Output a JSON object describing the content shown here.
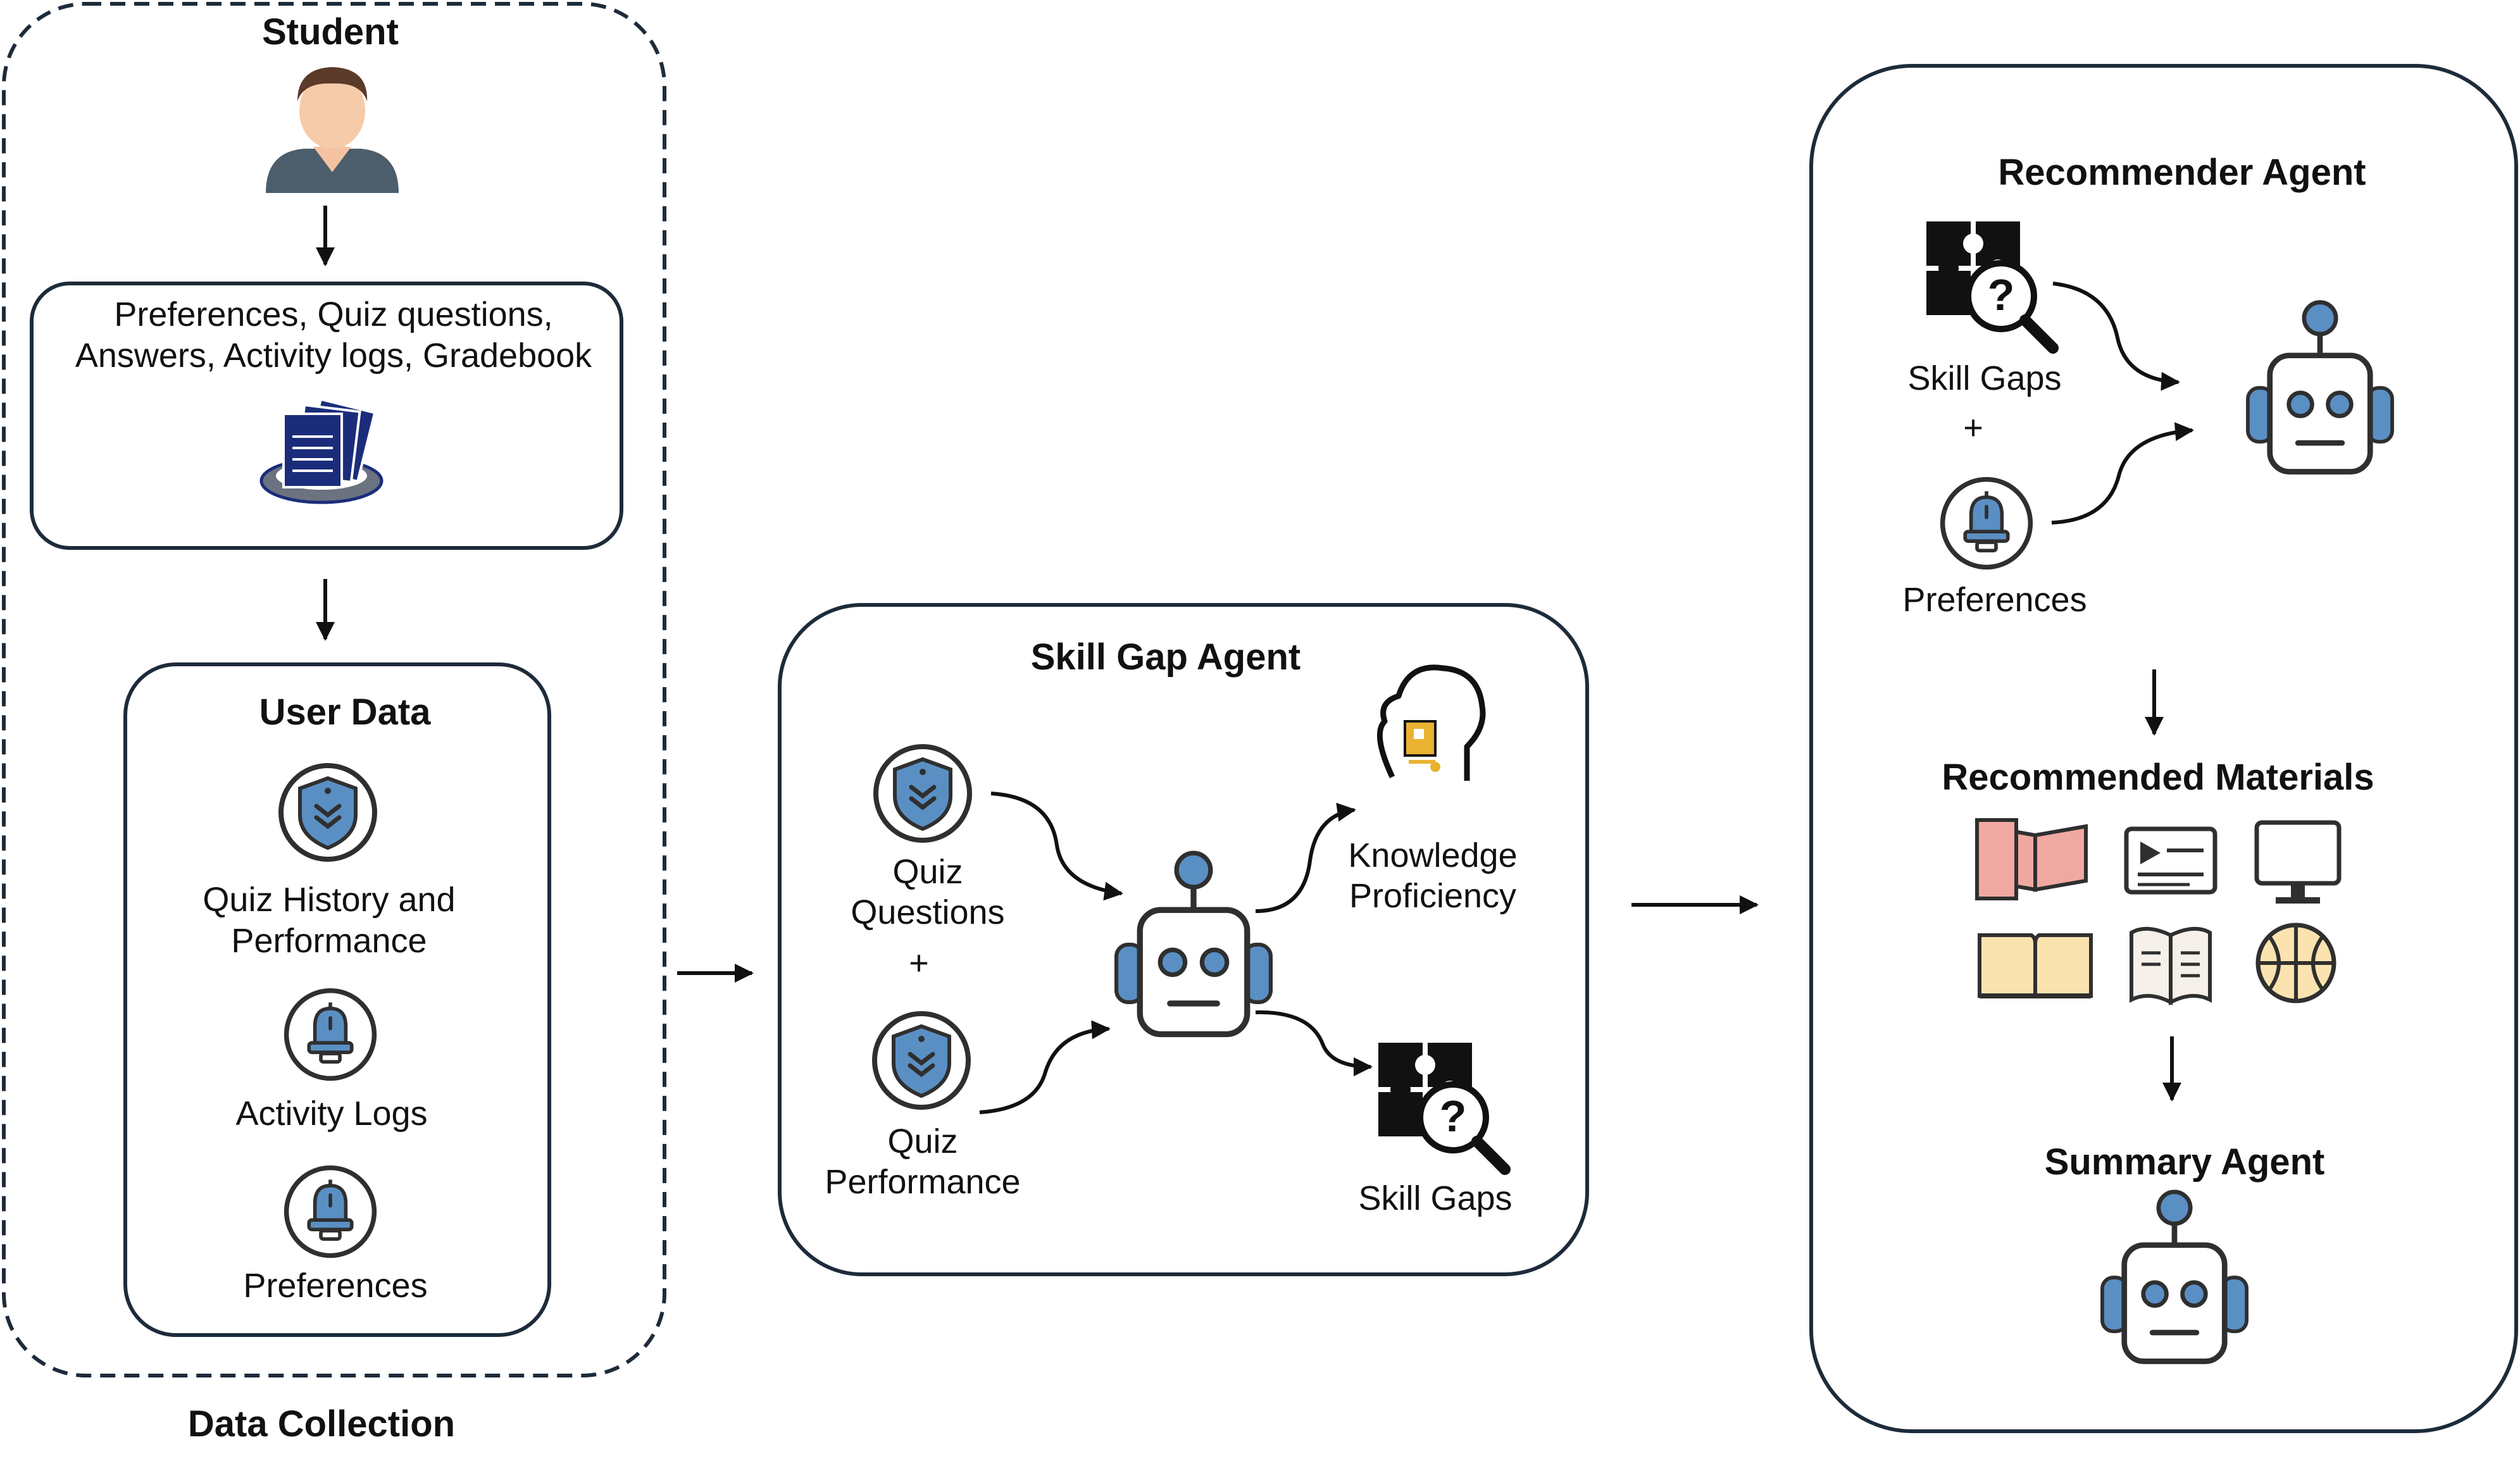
{
  "colors": {
    "accent_blue": "#5a8fc4",
    "outline": "#1d2b3a",
    "icon_pink": "#f0a9a0",
    "icon_cream": "#fbe3b0",
    "icon_gold": "#e9b230",
    "icon_navy": "#1b2d7a"
  },
  "data_collection": {
    "title": "Data Collection",
    "student": {
      "label": "Student",
      "icon": "student-avatar-icon"
    },
    "sources": {
      "line1": "Preferences, Quiz questions,",
      "line2": "Answers, Activity logs, Gradebook",
      "icon": "documents-stack-icon"
    },
    "user_data": {
      "title": "User Data",
      "items": [
        {
          "line1": "Quiz History and",
          "line2": "Performance",
          "icon": "shield-badge-icon"
        },
        {
          "line1": "Activity Logs",
          "line2": "",
          "icon": "bell-badge-icon"
        },
        {
          "line1": "Preferences",
          "line2": "",
          "icon": "bell-badge-icon"
        }
      ]
    }
  },
  "skill_gap_agent": {
    "title": "Skill Gap Agent",
    "inputs": [
      {
        "line1": "Quiz",
        "line2": "Questions",
        "icon": "shield-badge-icon"
      },
      {
        "line1": "Quiz",
        "line2": "Performance",
        "icon": "shield-badge-icon"
      }
    ],
    "plus": "+",
    "robot_icon": "robot-icon",
    "outputs": [
      {
        "line1": "Knowledge",
        "line2": "Proficiency",
        "icon": "brain-book-icon"
      },
      {
        "line1": "Skill Gaps",
        "line2": "",
        "icon": "puzzle-magnifier-icon"
      }
    ]
  },
  "recommender": {
    "title": "Recommender Agent",
    "inputs": [
      {
        "label": "Skill Gaps",
        "icon": "puzzle-magnifier-icon"
      },
      {
        "label": "Preferences",
        "icon": "bell-badge-icon"
      }
    ],
    "plus": "+",
    "robot_icon": "robot-icon",
    "materials_title": "Recommended Materials",
    "materials": [
      {
        "icon": "flag-book-icon"
      },
      {
        "icon": "video-slide-icon"
      },
      {
        "icon": "monitor-icon"
      },
      {
        "icon": "open-book-icon"
      },
      {
        "icon": "reading-book-icon"
      },
      {
        "icon": "ball-icon"
      }
    ],
    "summary_title": "Summary Agent",
    "summary_robot_icon": "robot-icon"
  }
}
